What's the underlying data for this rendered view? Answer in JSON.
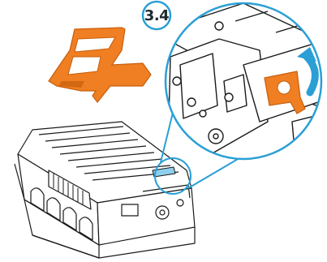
{
  "step": {
    "label": "3.4",
    "ring_color": "#2a9fd6"
  },
  "colors": {
    "orange": "#ef7f22",
    "orange_dark": "#c85e0d",
    "line": "#1a1a1a",
    "blue": "#2a9fd6",
    "fill": "#ffffff"
  },
  "illustration": {
    "subject": "toner-cartridge",
    "action": "remove-orange-locking-tab",
    "arrow_direction": "up-right"
  }
}
